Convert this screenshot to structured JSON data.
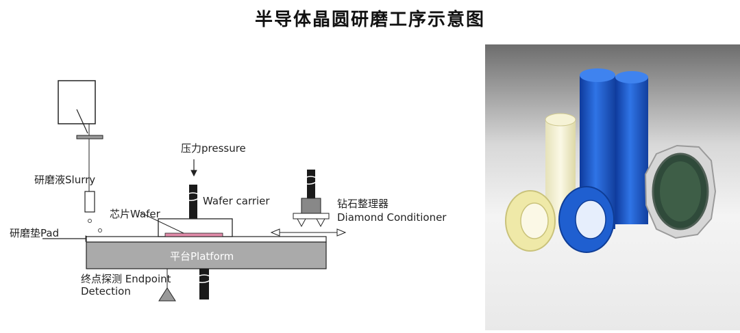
{
  "title": "半导体晶圆研磨工序示意图",
  "labels": {
    "pressure": "压力pressure",
    "slurry": "研磨液Slurry",
    "wafer_carrier": "Wafer carrier",
    "wafer": "芯片Wafer",
    "pad": "研磨垫Pad",
    "platform": "平台Platform",
    "endpoint_cn": "终点探测 Endpoint",
    "endpoint_en": "Detection",
    "conditioner_cn": "钻石整理器",
    "conditioner_en": "Diamond Conditioner"
  },
  "colors": {
    "platform": "#aaaaaa",
    "wafer": "#e08aa8",
    "shaft": "#1a1a1a",
    "tape_blue": "#1f5fd0",
    "tape_clear": "#f3efb8"
  }
}
